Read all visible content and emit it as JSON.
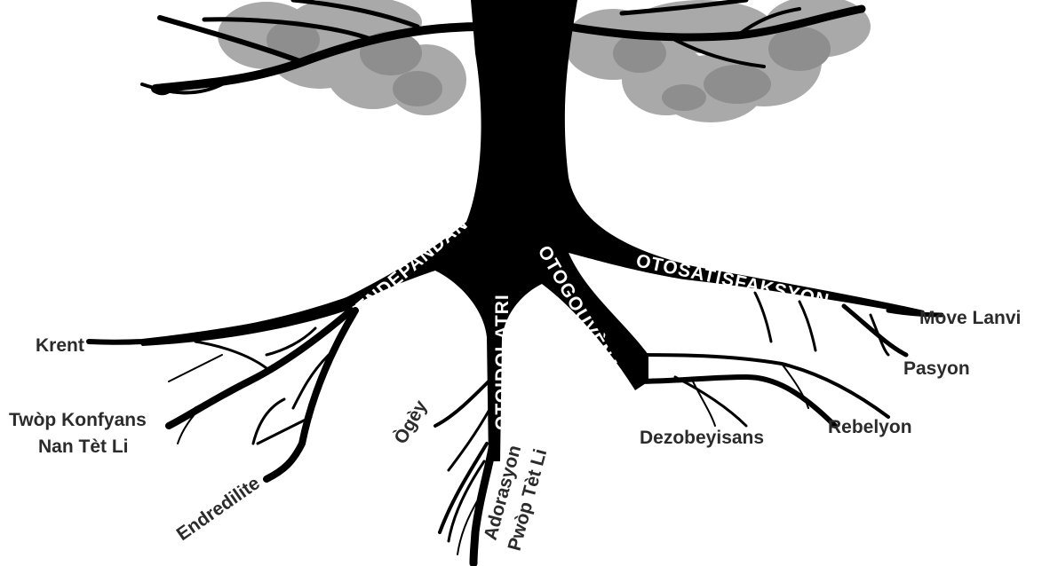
{
  "colors": {
    "trunk": "#000000",
    "foliage_light": "#aaaaaa",
    "foliage_dark": "#8c8c8c",
    "label_on_root": "#ffffff",
    "label_off_root": "#2b2b2b"
  },
  "roots": {
    "endepandan": "ENDEPANDAN",
    "otoidolatri": "OTOIDOLATRI",
    "otogouvenans": "OTOGOUVÈNANS",
    "otosatisfaksyon": "OTOSATISFAKSYON"
  },
  "tips": {
    "krent": "Krent",
    "twop_konfyans_1": "Twòp Konfyans",
    "twop_konfyans_2": "Nan Tèt Li",
    "endredilite": "Endredilite",
    "ogey": "Ògèy",
    "adorasyon_1": "Adorasyon",
    "adorasyon_2": "Pwòp Tèt Li",
    "dezobeyisans": "Dezobeyisans",
    "rebelyon": "Rebelyon",
    "pasyon": "Pasyon",
    "move_lanvi": "Move Lanvi"
  }
}
